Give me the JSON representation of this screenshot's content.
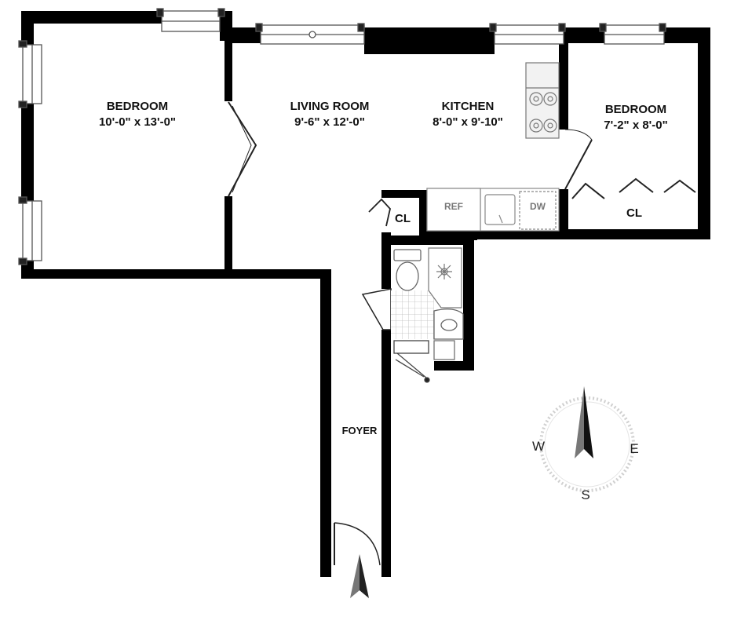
{
  "rooms": {
    "bedroom_left": {
      "name": "BEDROOM",
      "dims": "10'-0\" x 13'-0\""
    },
    "living_room": {
      "name": "LIVING ROOM",
      "dims": "9'-6\" x 12'-0\""
    },
    "kitchen": {
      "name": "KITCHEN",
      "dims": "8'-0\" x 9'-10\""
    },
    "bedroom_right": {
      "name": "BEDROOM",
      "dims": "7'-2\" x 8'-0\""
    },
    "foyer": {
      "name": "FOYER"
    },
    "closet_kitchen": {
      "name": "CL"
    },
    "closet_bedroom": {
      "name": "CL"
    }
  },
  "appliances": {
    "refrigerator": "REF",
    "dishwasher": "DW"
  },
  "compass": {
    "north": "",
    "west": "W",
    "east": "E",
    "south": "S"
  }
}
